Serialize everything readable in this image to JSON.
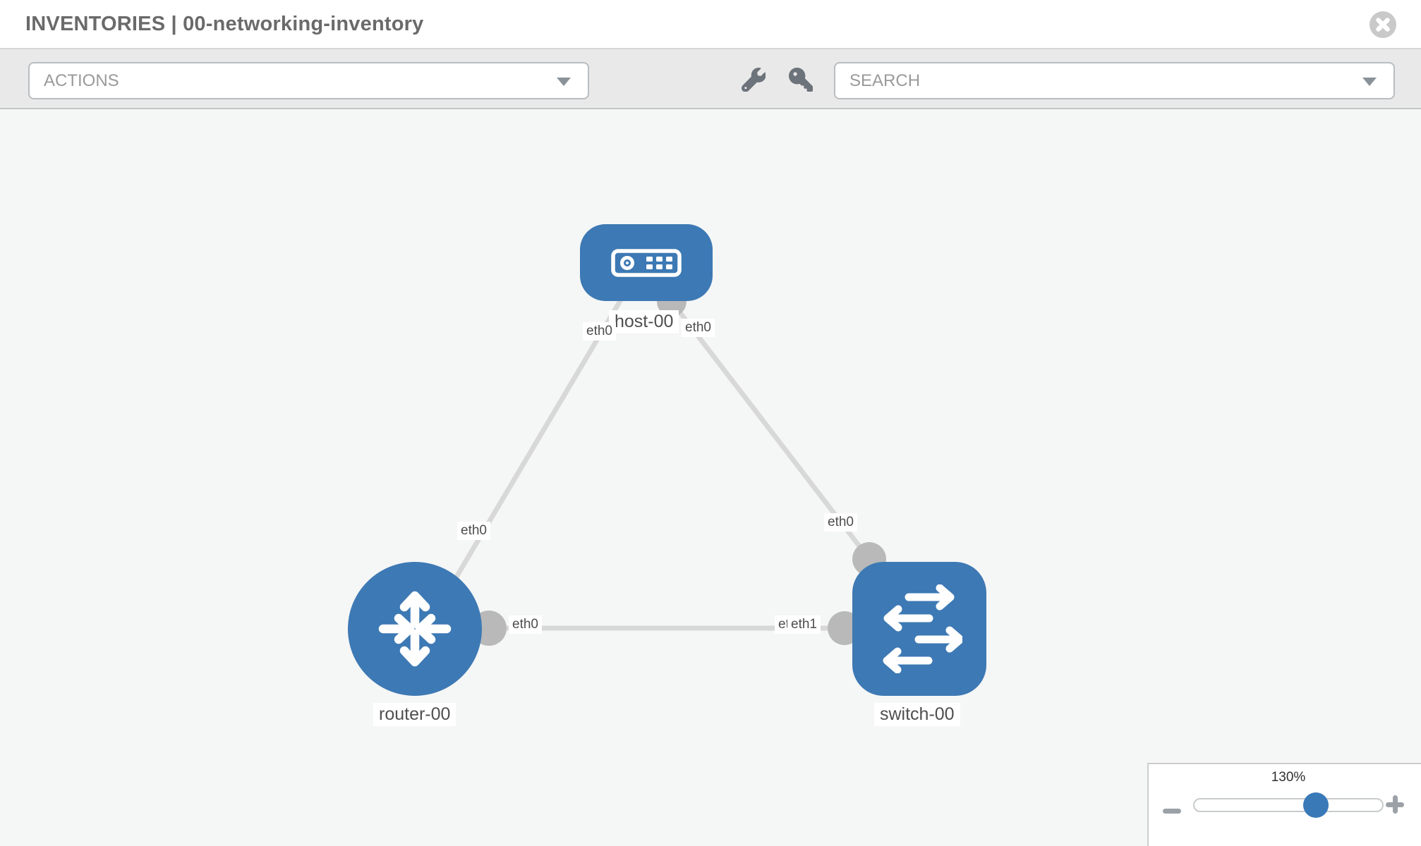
{
  "window": {
    "title": "INVENTORIES | 00-networking-inventory"
  },
  "toolbar": {
    "actions_dropdown": {
      "label": "ACTIONS"
    },
    "tools": [
      {
        "icon": "wrench-icon"
      },
      {
        "icon": "key-icon"
      }
    ],
    "search": {
      "placeholder": "SEARCH"
    }
  },
  "diagram": {
    "nodes": [
      {
        "id": "host-00",
        "type": "host",
        "label": "host-00",
        "icon": "host-icon"
      },
      {
        "id": "router-00",
        "type": "router",
        "label": "router-00",
        "icon": "router-icon"
      },
      {
        "id": "switch-00",
        "type": "switch",
        "label": "switch-00",
        "icon": "switch-icon"
      }
    ],
    "links": [
      {
        "source": "host-00",
        "source_interface": "eth0",
        "target": "router-00",
        "target_interface": "eth0"
      },
      {
        "source": "host-00",
        "source_interface": "eth0",
        "target": "switch-00",
        "target_interface": "eth0"
      },
      {
        "source": "router-00",
        "source_interface": "eth0",
        "target": "switch-00",
        "target_interface": "eth1",
        "occluded_label": "eth0"
      }
    ]
  },
  "zoom_panel": {
    "level": "130%",
    "minus_icon": "minus-icon",
    "plus_icon": "plus-icon"
  },
  "colors": {
    "node_blue": "#3d79b4",
    "link_gray": "#d8d8d8",
    "connector_gray": "#b9b9b9",
    "canvas_bg": "#f5f6f6",
    "toolbar_bg": "#e9e9e9",
    "slider_thumb_blue": "#3a79b8"
  }
}
